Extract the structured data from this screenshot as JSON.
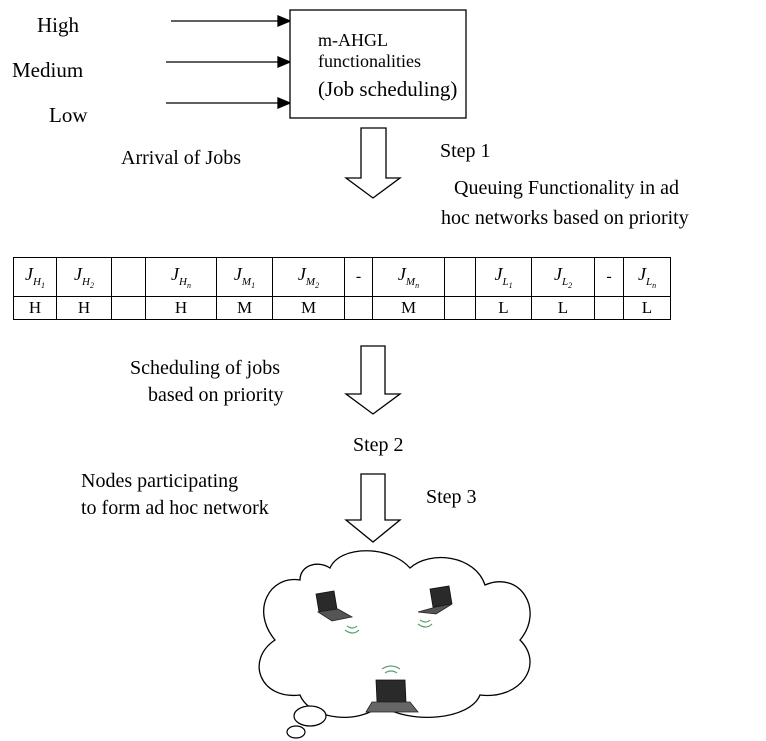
{
  "priorities": [
    "High",
    "Medium",
    "Low"
  ],
  "box": {
    "line1": "m-AHGL",
    "line2": "functionalities",
    "line3": "(Job  scheduling)"
  },
  "arrival_label": "Arrival of Jobs",
  "step1": "Step 1",
  "queue_caption": {
    "line1": "Queuing Functionality in ad",
    "line2": "hoc networks based on priority"
  },
  "queue": {
    "jobs": [
      {
        "base": "J",
        "sub": "H",
        "idx": "1"
      },
      {
        "base": "J",
        "sub": "H",
        "idx": "2"
      },
      {
        "base": "",
        "sub": "",
        "idx": ""
      },
      {
        "base": "J",
        "sub": "H",
        "idx": "n"
      },
      {
        "base": "J",
        "sub": "M",
        "idx": "1"
      },
      {
        "base": "J",
        "sub": "M",
        "idx": "2"
      },
      {
        "base": "-",
        "sub": "",
        "idx": ""
      },
      {
        "base": "J",
        "sub": "M",
        "idx": "n"
      },
      {
        "base": "",
        "sub": "",
        "idx": ""
      },
      {
        "base": "J",
        "sub": "L",
        "idx": "1"
      },
      {
        "base": "J",
        "sub": "L",
        "idx": "2"
      },
      {
        "base": "-",
        "sub": "",
        "idx": ""
      },
      {
        "base": "J",
        "sub": "L",
        "idx": "n"
      }
    ],
    "priorities": [
      "H",
      "H",
      "",
      "H",
      "M",
      "M",
      "",
      "M",
      "",
      "L",
      "L",
      "",
      "L"
    ]
  },
  "scheduling_label": {
    "line1": "Scheduling of jobs",
    "line2": "based on priority"
  },
  "step2": "Step 2",
  "nodes_label": {
    "line1": "Nodes participating",
    "line2": "to form  ad hoc network"
  },
  "step3": "Step 3"
}
